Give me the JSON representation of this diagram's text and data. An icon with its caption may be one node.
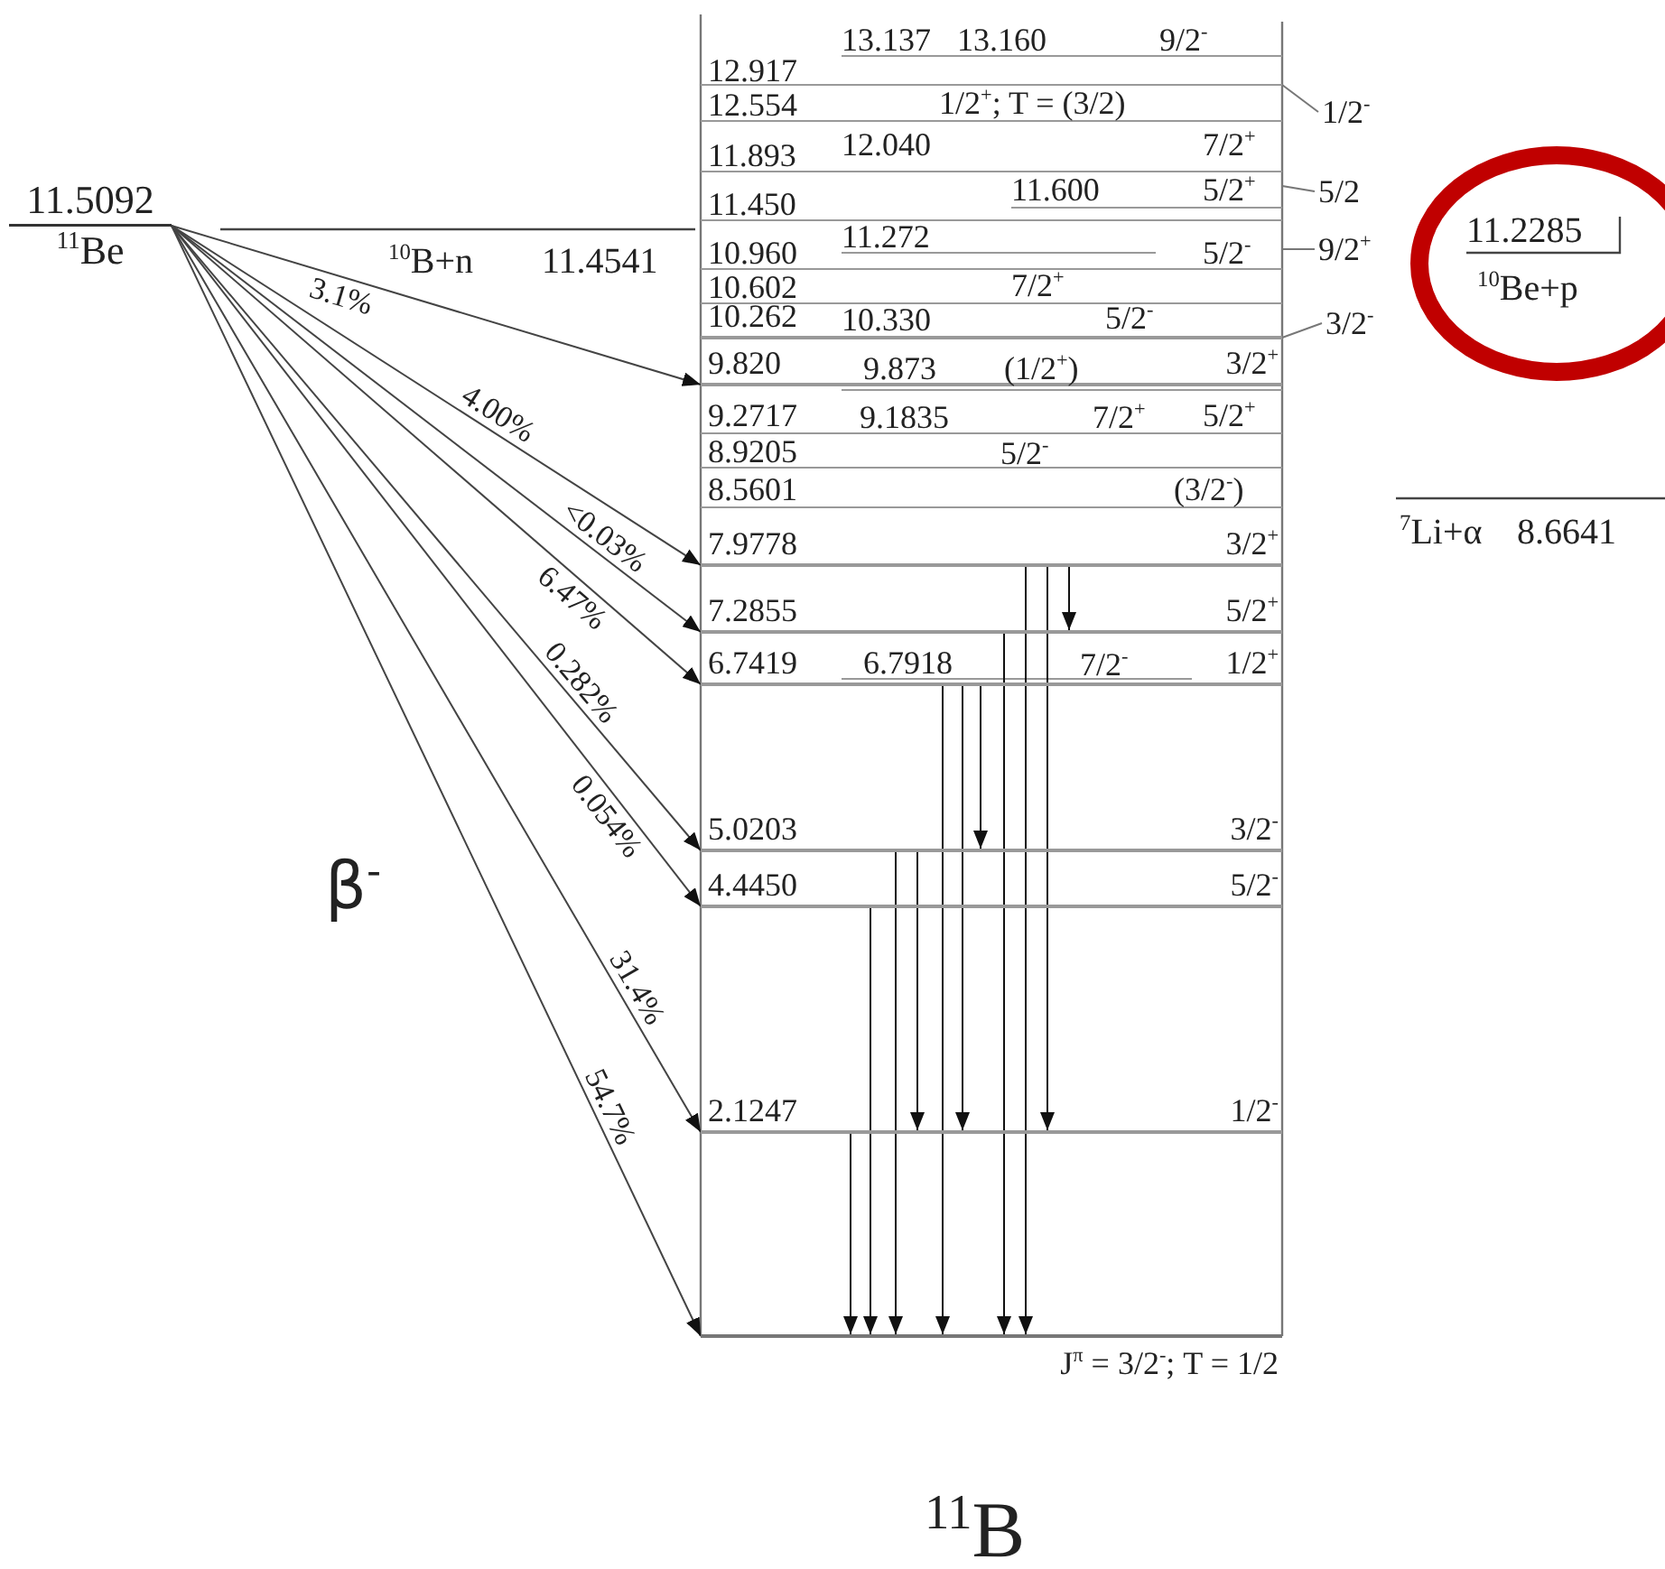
{
  "diagram": {
    "nodes": [
      {
        "text": [
          "11.5092",
          "$^{11}$Be"
        ]
      },
      {
        "text": [],
        "shape": "bar",
        "beside": [
          "9.820",
          "3/2$^{+}$"
        ]
      },
      {
        "text": [],
        "shape": "bar",
        "beside": [
          "7.9778",
          "3/2$^{+}$"
        ]
      },
      {
        "text": [],
        "shape": "bar",
        "beside": [
          "7.2855",
          "5/2$^{+}$"
        ]
      },
      {
        "text": [],
        "shape": "bar",
        "beside": [
          "6.7419",
          "1/2$^{+}$"
        ]
      },
      {
        "text": [],
        "shape": "bar",
        "beside": [
          "5.0203",
          "3/2$^{-}$"
        ]
      },
      {
        "text": [],
        "shape": "bar",
        "beside": [
          "4.4450",
          "5/2$^{-}$"
        ]
      },
      {
        "text": [],
        "shape": "bar",
        "beside": [
          "2.1247",
          "1/2$^{-}$"
        ]
      },
      {
        "text": [],
        "shape": "bar",
        "beside": [
          "J$^{π}$ = 3/2$^{-}$; T = 1/2"
        ]
      },
      {
        "text": [
          "1/2$^{-}$"
        ]
      },
      {
        "text": [
          "5/2"
        ]
      },
      {
        "text": [
          "9/2$^{+}$"
        ]
      },
      {
        "text": [
          "3/2$^{-}$"
        ]
      },
      {
        "text": [],
        "shape": "bar",
        "beside": [
          "10.262"
        ]
      }
    ],
    "edges": [
      {
        "from": 0,
        "to": 1,
        "arrow": "to",
        "label": "3.1%"
      },
      {
        "from": 0,
        "to": 2,
        "arrow": "to",
        "label": "4.00%"
      },
      {
        "from": 0,
        "to": 3,
        "arrow": "to",
        "label": "<0.03%"
      },
      {
        "from": 0,
        "to": 4,
        "arrow": "to",
        "label": "6.47%"
      },
      {
        "from": 0,
        "to": 5,
        "arrow": "to",
        "label": "0.282%"
      },
      {
        "from": 0,
        "to": 6,
        "arrow": "to",
        "label": "0.054%"
      },
      {
        "from": 0,
        "to": 7,
        "arrow": "to",
        "label": "31.4%"
      },
      {
        "from": 0,
        "to": 8,
        "arrow": "to",
        "label": "54.7%"
      },
      {
        "from": 2,
        "to": 3,
        "arrow": "to"
      },
      {
        "from": 2,
        "to": 7,
        "arrow": "to"
      },
      {
        "from": 2,
        "to": 8,
        "arrow": "to"
      },
      {
        "from": 3,
        "to": 8,
        "arrow": "to"
      },
      {
        "from": 4,
        "to": 5,
        "arrow": "to"
      },
      {
        "from": 4,
        "to": 7,
        "arrow": "to"
      },
      {
        "from": 4,
        "to": 8,
        "arrow": "to"
      },
      {
        "from": 5,
        "to": 7,
        "arrow": "to"
      },
      {
        "from": 5,
        "to": 8,
        "arrow": "to"
      },
      {
        "from": 6,
        "to": 8,
        "arrow": "to"
      },
      {
        "from": 7,
        "to": 8,
        "arrow": "to"
      },
      {
        "from": 9,
        "to": null,
        "arrow": "none",
        "color": "#777777"
      },
      {
        "from": 10,
        "to": null,
        "arrow": "none",
        "color": "#777777"
      },
      {
        "from": 11,
        "to": null,
        "arrow": "none",
        "color": "#777777"
      },
      {
        "from": 12,
        "to": 13,
        "arrow": "none",
        "color": "#777777"
      }
    ],
    "labels": [
      "12.917",
      "13.137",
      "13.160",
      "9/2$^{-}$",
      "12.554",
      "1/2$^{+}$; T = (3/2)",
      "11.893",
      "12.040",
      "7/2$^{+}$",
      "11.450",
      "11.600",
      "5/2$^{+}$",
      "11.272",
      "10.960",
      "5/2$^{-}$",
      "10.602",
      "7/2$^{+}$",
      "10.330",
      "5/2$^{-}$",
      "9.873",
      "(1/2$^{+}$)",
      "9.2717",
      "9.1835",
      "7/2$^{+}$",
      "5/2$^{+}$",
      "8.9205",
      "5/2$^{-}$",
      "8.5601",
      "(3/2$^{-}$)",
      "6.7918",
      "7/2$^{-}$",
      "$^{10}$B+n",
      "11.4541",
      "11.2285",
      "$^{10}$Be+p",
      "$^{7}$Li+α",
      "8.6641",
      "β$^{-}$",
      "$^{11}$B"
    ]
  }
}
